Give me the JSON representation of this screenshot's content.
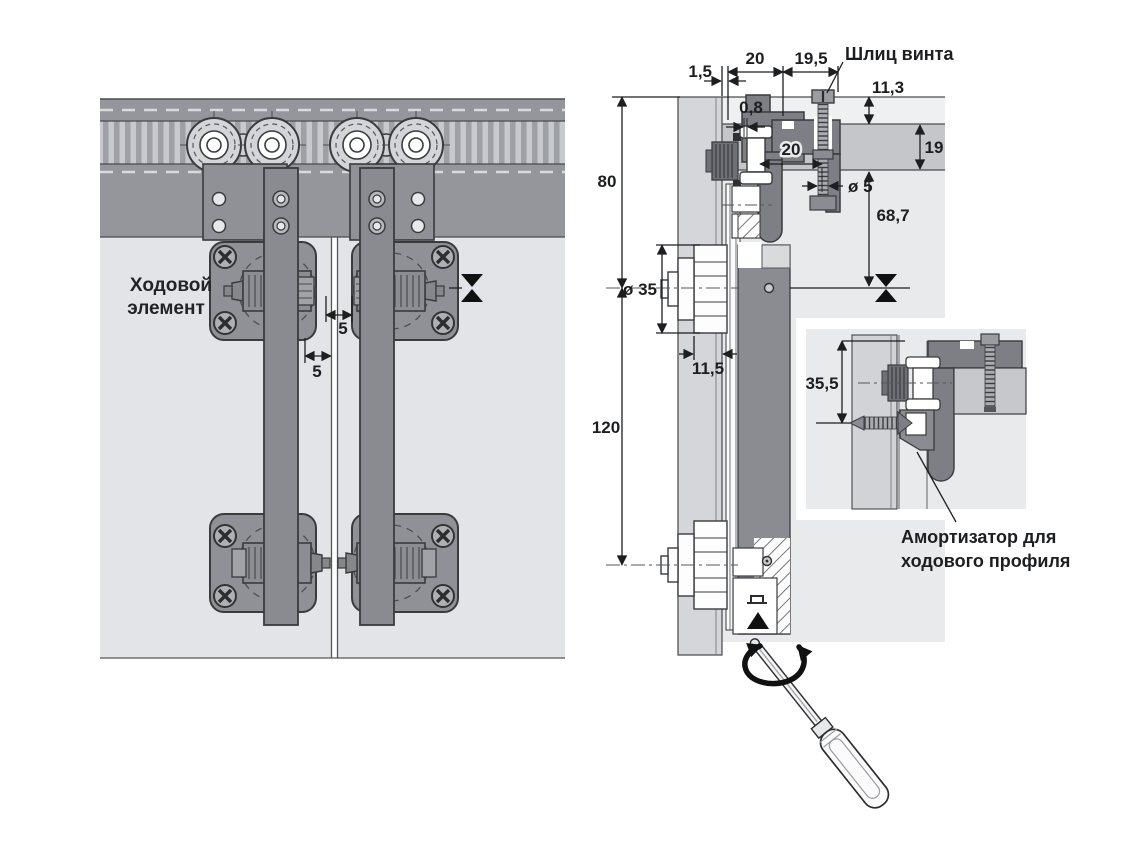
{
  "front_view": {
    "caption": {
      "line1": "Ходовой",
      "line2": "элемент"
    },
    "dims": {
      "upper_gap": "5",
      "lower_gap": "5"
    }
  },
  "side_view": {
    "screw_slot_label": "Шлиц винта",
    "dims": {
      "offset_1_5": "1,5",
      "track_20": "20",
      "track_19_5": "19,5",
      "gap_0_8": "0,8",
      "screw_offset_20": "20",
      "top_11_3": "11,3",
      "panel_19": "19",
      "screw_dia": "ø 5",
      "height_68_7": "68,7",
      "height_80": "80",
      "drum_dia": "ø 35",
      "depth_11_5": "11,5",
      "spacing_120": "120"
    }
  },
  "inset_detail": {
    "dim_35_5": "35,5",
    "caption": {
      "line1": "Амортизатор для",
      "line2": "ходового профиля"
    }
  },
  "colors": {
    "background": "#ffffff",
    "door_panel": "#e3e4e7",
    "backdrop": "#e9eaec",
    "track_band": "#94969b",
    "stripe_bg": "#c8c9cc",
    "stripe": "#9da0a5",
    "hardware": "#8f9196",
    "profile": "#7d7f84",
    "door_section": "#8a8c91",
    "panel_strip": "#d5d6d9",
    "panel_19_band": "#c4c6ca",
    "outline": "#3a3b3d",
    "dimension": "#1d1e20"
  }
}
